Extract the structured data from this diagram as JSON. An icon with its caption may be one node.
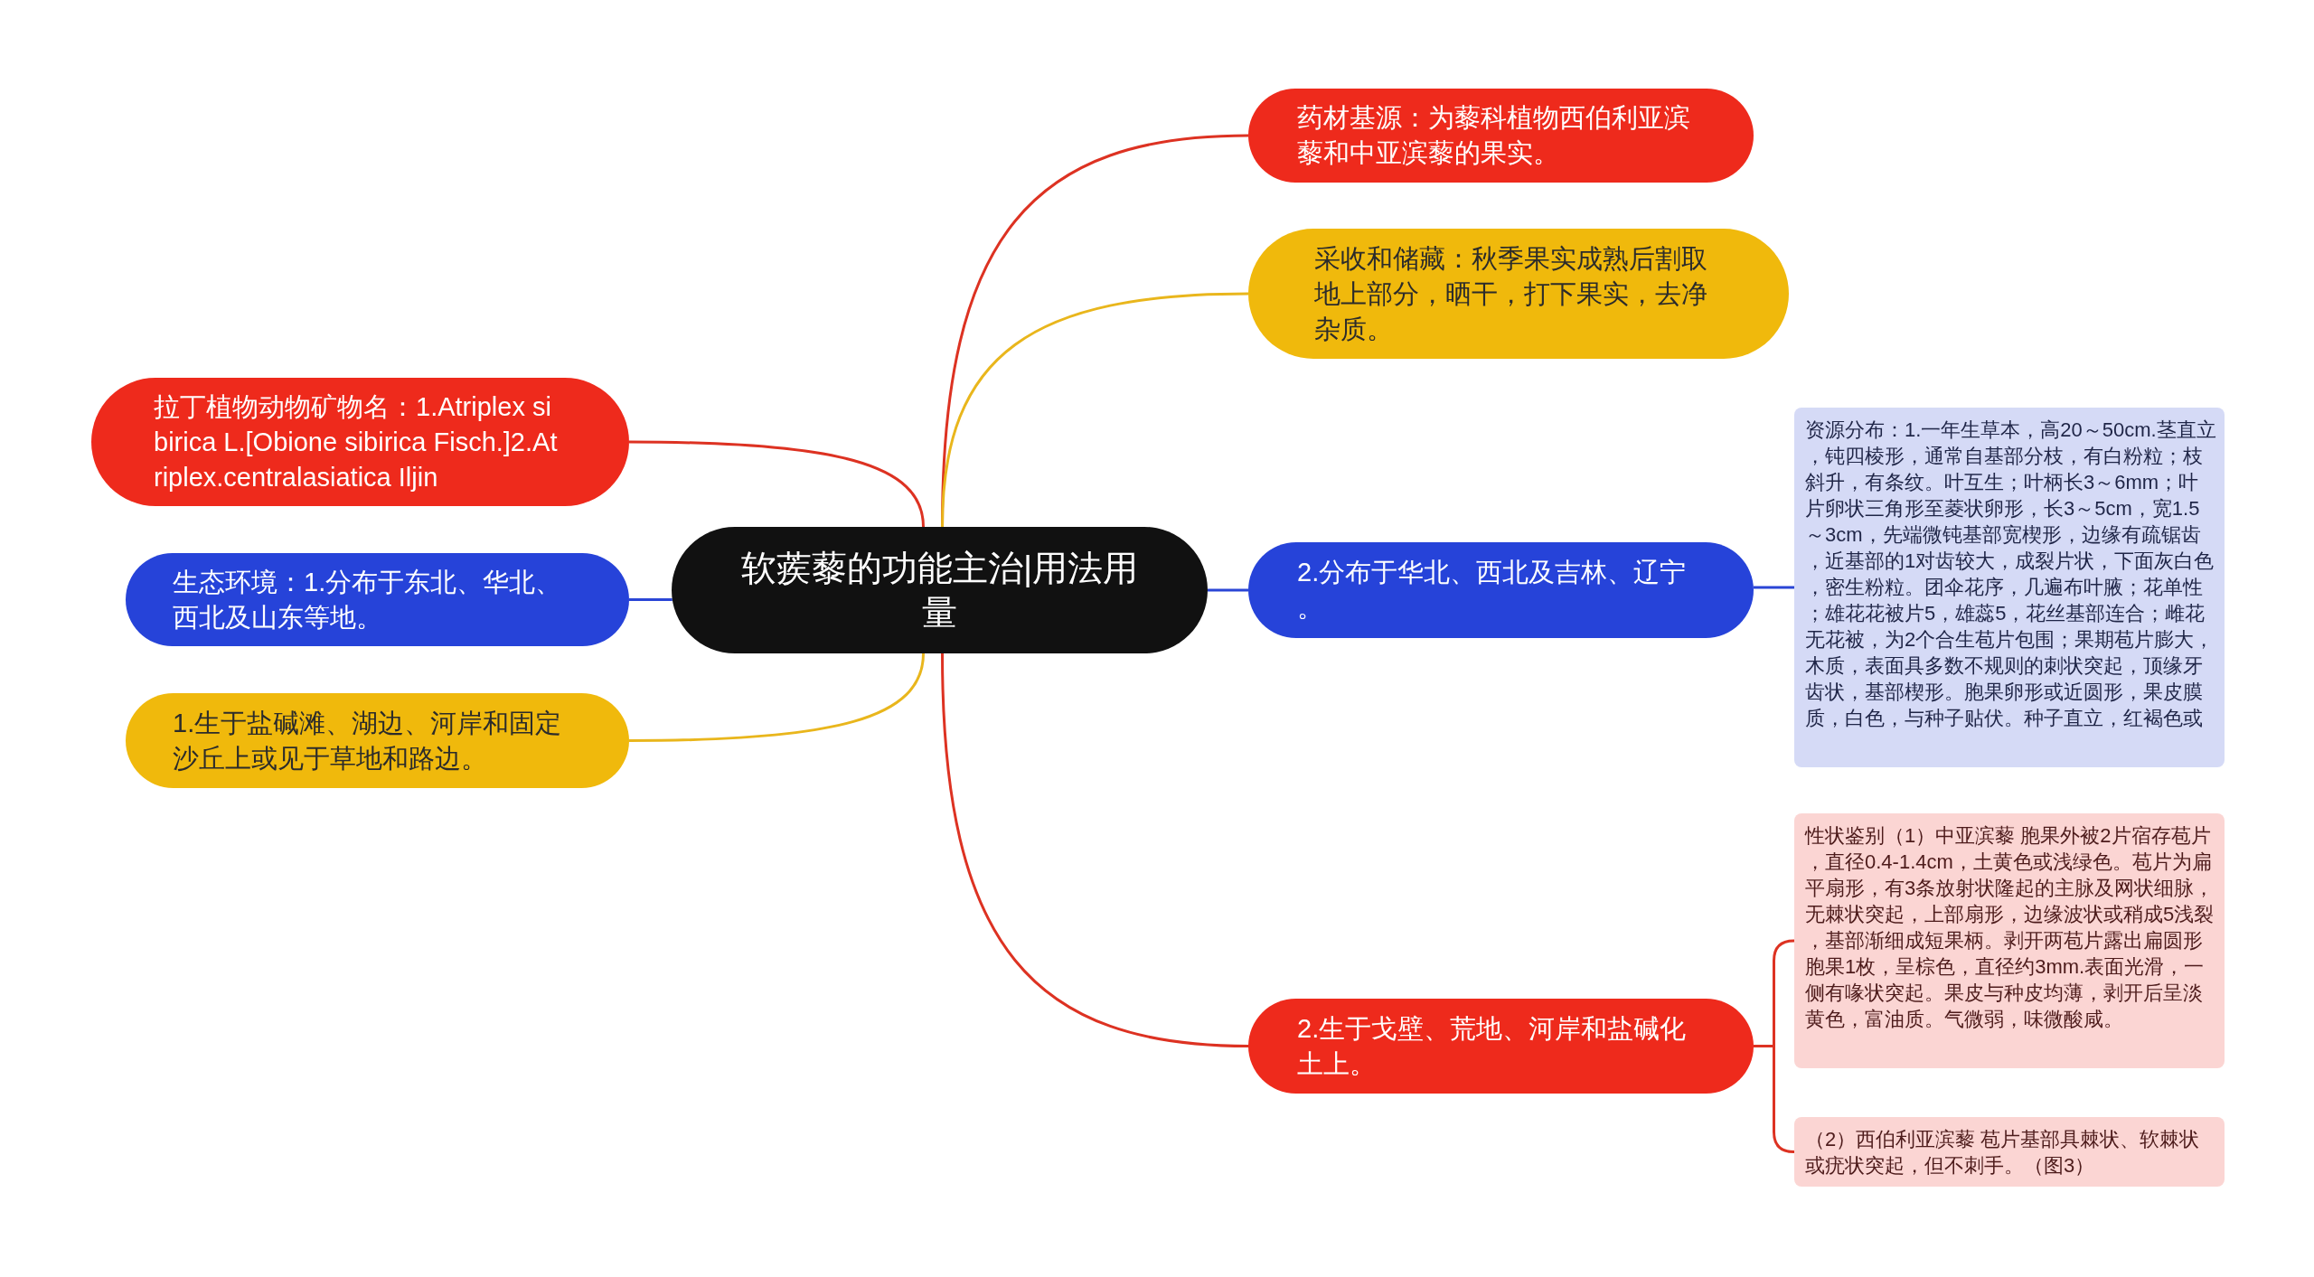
{
  "diagram": {
    "nodes": [
      {
        "text": [
          "软蒺藜的功能主治|用法用量"
        ]
      },
      {
        "text": [
          "药材基源：为藜科植物西伯利亚滨藜和中亚滨藜的果实。"
        ]
      },
      {
        "text": [
          "采收和储藏：秋季果实成熟后割取地上部分，晒干，打下果实，去净杂质。"
        ]
      },
      {
        "text": [
          "2.分布于华北、西北及吉林、辽宁。"
        ]
      },
      {
        "text": [
          "资源分布：1.一年生草本，高20～50cm.茎直立，钝四棱形，通常自基部分枝，有白粉粒；枝斜升，有条纹。叶互生；叶柄长3～6mm；叶片卵状三角形至菱状卵形，长3～5cm，宽1.5～3cm，先端微钝基部宽楔形，边缘有疏锯齿，近基部的1对齿较大，成裂片状，下面灰白色，密生粉粒。团伞花序，几遍布叶腋；花单性；雄花花被片5，雄蕊5，花丝基部连合；雌花无花被，为2个合生苞片包围；果期苞片膨大，木质，表面具多数不规则的刺状突起，顶缘牙齿状，基部楔形。胞果卵形或近圆形，果皮膜质，白色，与种子贴伏。种子直立，红褐色或"
        ]
      },
      {
        "text": [
          "2.生于戈壁、荒地、河岸和盐碱化土上。"
        ]
      },
      {
        "text": [
          "性状鉴别（1）中亚滨藜 胞果外被2片宿存苞片，直径0.4-1.4cm，土黄色或浅绿色。苞片为扁平扇形，有3条放射状隆起的主脉及网状细脉，无棘状突起，上部扇形，边缘波状或稍成5浅裂，基部渐细成短果柄。剥开两苞片露出扁圆形胞果1枚，呈棕色，直径约3mm.表面光滑，一侧有喙状突起。果皮与种皮均薄，剥开后呈淡黄色，富油质。气微弱，味微酸咸。"
        ]
      },
      {
        "text": [
          "（2）西伯利亚滨藜 苞片基部具棘状、软棘状或疣状突起，但不刺手。（图3）"
        ]
      },
      {
        "text": [
          "拉丁植物动物矿物名：1.Atriplex sibirica L.[Obione sibirica Fisch.]2.Atriplex.centralasiatica Iljin"
        ]
      },
      {
        "text": [
          "生态环境：1.分布于东北、华北、西北及山东等地。"
        ]
      },
      {
        "text": [
          "1.生于盐碱滩、湖边、河岸和固定沙丘上或见于草地和路边。"
        ]
      }
    ],
    "edges": [
      {
        "from": 0,
        "to": 1,
        "arrow": "none"
      },
      {
        "from": 0,
        "to": 2,
        "arrow": "none",
        "color": "#e9b61c"
      },
      {
        "from": 0,
        "to": 3,
        "arrow": "none",
        "color": "#2a45d6"
      },
      {
        "from": 3,
        "to": 4,
        "arrow": "none",
        "color": "#2a45d6"
      },
      {
        "from": 0,
        "to": 5,
        "arrow": "none"
      },
      {
        "from": 5,
        "to": 6,
        "arrow": "none"
      },
      {
        "from": 5,
        "to": 7,
        "arrow": "none"
      },
      {
        "from": 0,
        "to": 8,
        "arrow": "none"
      },
      {
        "from": 0,
        "to": 9,
        "arrow": "none",
        "color": "#2a45d6"
      },
      {
        "from": 0,
        "to": 10,
        "arrow": "none",
        "color": "#e9b61c"
      }
    ]
  }
}
